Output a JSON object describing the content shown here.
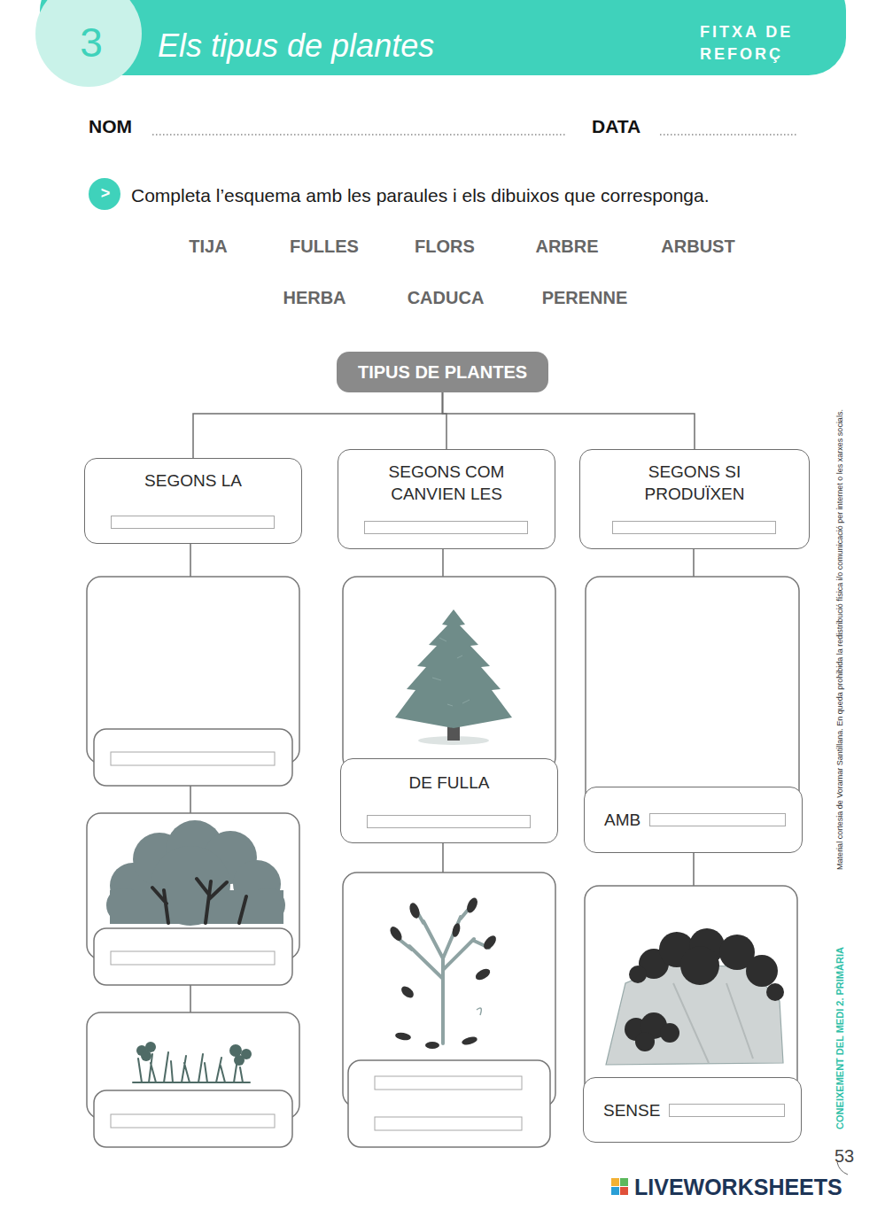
{
  "diagram": {
    "title": "Els tipus de plantes",
    "nodes": [
      {
        "text": [
          "TIPUS DE PLANTES"
        ]
      },
      {
        "text": [
          "SEGONS LA"
        ]
      },
      {
        "text": [
          "SEGONS COM CANVIEN LES"
        ]
      },
      {
        "text": [
          "SEGONS SI PRODUÏXEN"
        ]
      },
      {
        "text": [
          "DE FULLA"
        ]
      },
      {
        "text": [
          "AMB"
        ]
      },
      {
        "text": [
          "SENSE"
        ]
      }
    ],
    "edges": [
      {
        "from": 0,
        "to": 1,
        "arrow": "none"
      },
      {
        "from": 0,
        "to": 2,
        "arrow": "none"
      },
      {
        "from": 0,
        "to": 3,
        "arrow": "none"
      }
    ],
    "labels": [
      "3",
      "FITXA DE REFORÇ",
      "NOM",
      "DATA",
      ">",
      "Completa l’esquema amb les paraules i els dibuixos que corresponga.",
      "TIJA",
      "FULLES",
      "FLORS",
      "ARBRE",
      "ARBUST",
      "HERBA",
      "CADUCA",
      "PERENNE",
      "Material cortesia de Voramar Santillana. En queda prohibida la redistribució física i/o comunicació per internet o les xarxes socials.",
      "CONEIXEMENT DEL MEDI 2. PRIMÀRIA",
      "53",
      "LIVEWORKSHEETS"
    ]
  }
}
